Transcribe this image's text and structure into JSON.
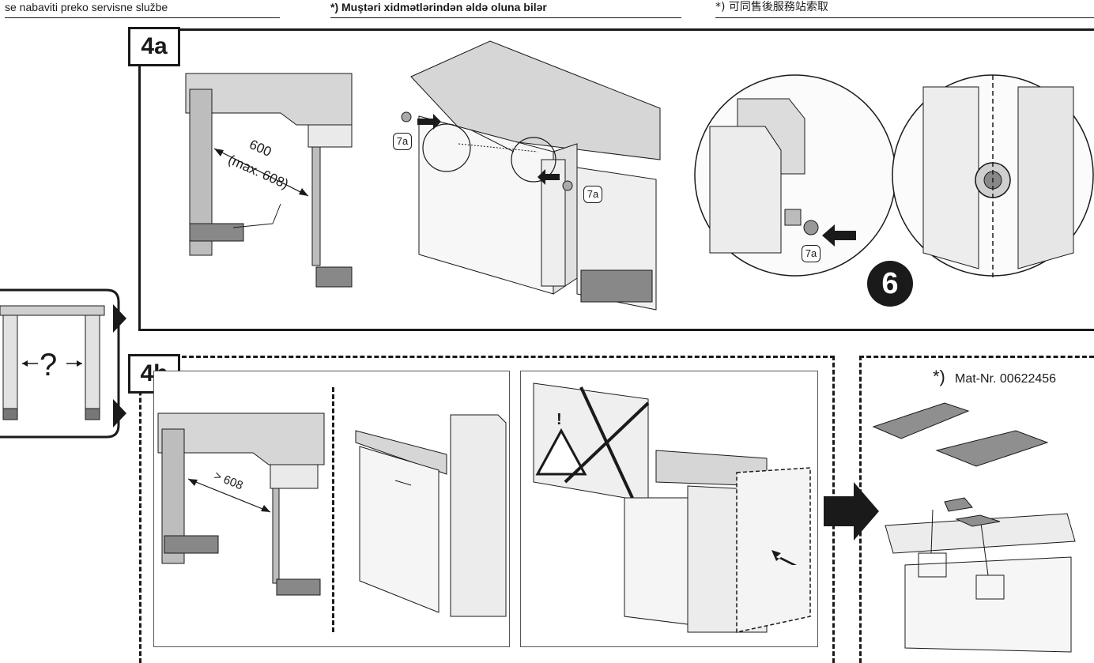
{
  "top_notes": [
    "se nabaviti preko servisne službe",
    "*) Muştəri xidmətlərindən əldə oluna bilər",
    "*)  可同售後服務站索取"
  ],
  "panel_4a": {
    "tag": "4a",
    "dimension_width": "600",
    "dimension_max": "(max. 608)",
    "part_label": "7a",
    "step_number": "6"
  },
  "panel_4b": {
    "tag": "4b",
    "dimension": "> 608",
    "warning_symbol": "!"
  },
  "side_question": "?",
  "part_note": {
    "asterisk": "*)",
    "text": "Mat-Nr. 00622456"
  },
  "colors": {
    "line": "#1a1a1a",
    "worktop": "#d6d6d6",
    "hatch": "#bdbdbd",
    "appliance": "#f2f2f2"
  }
}
